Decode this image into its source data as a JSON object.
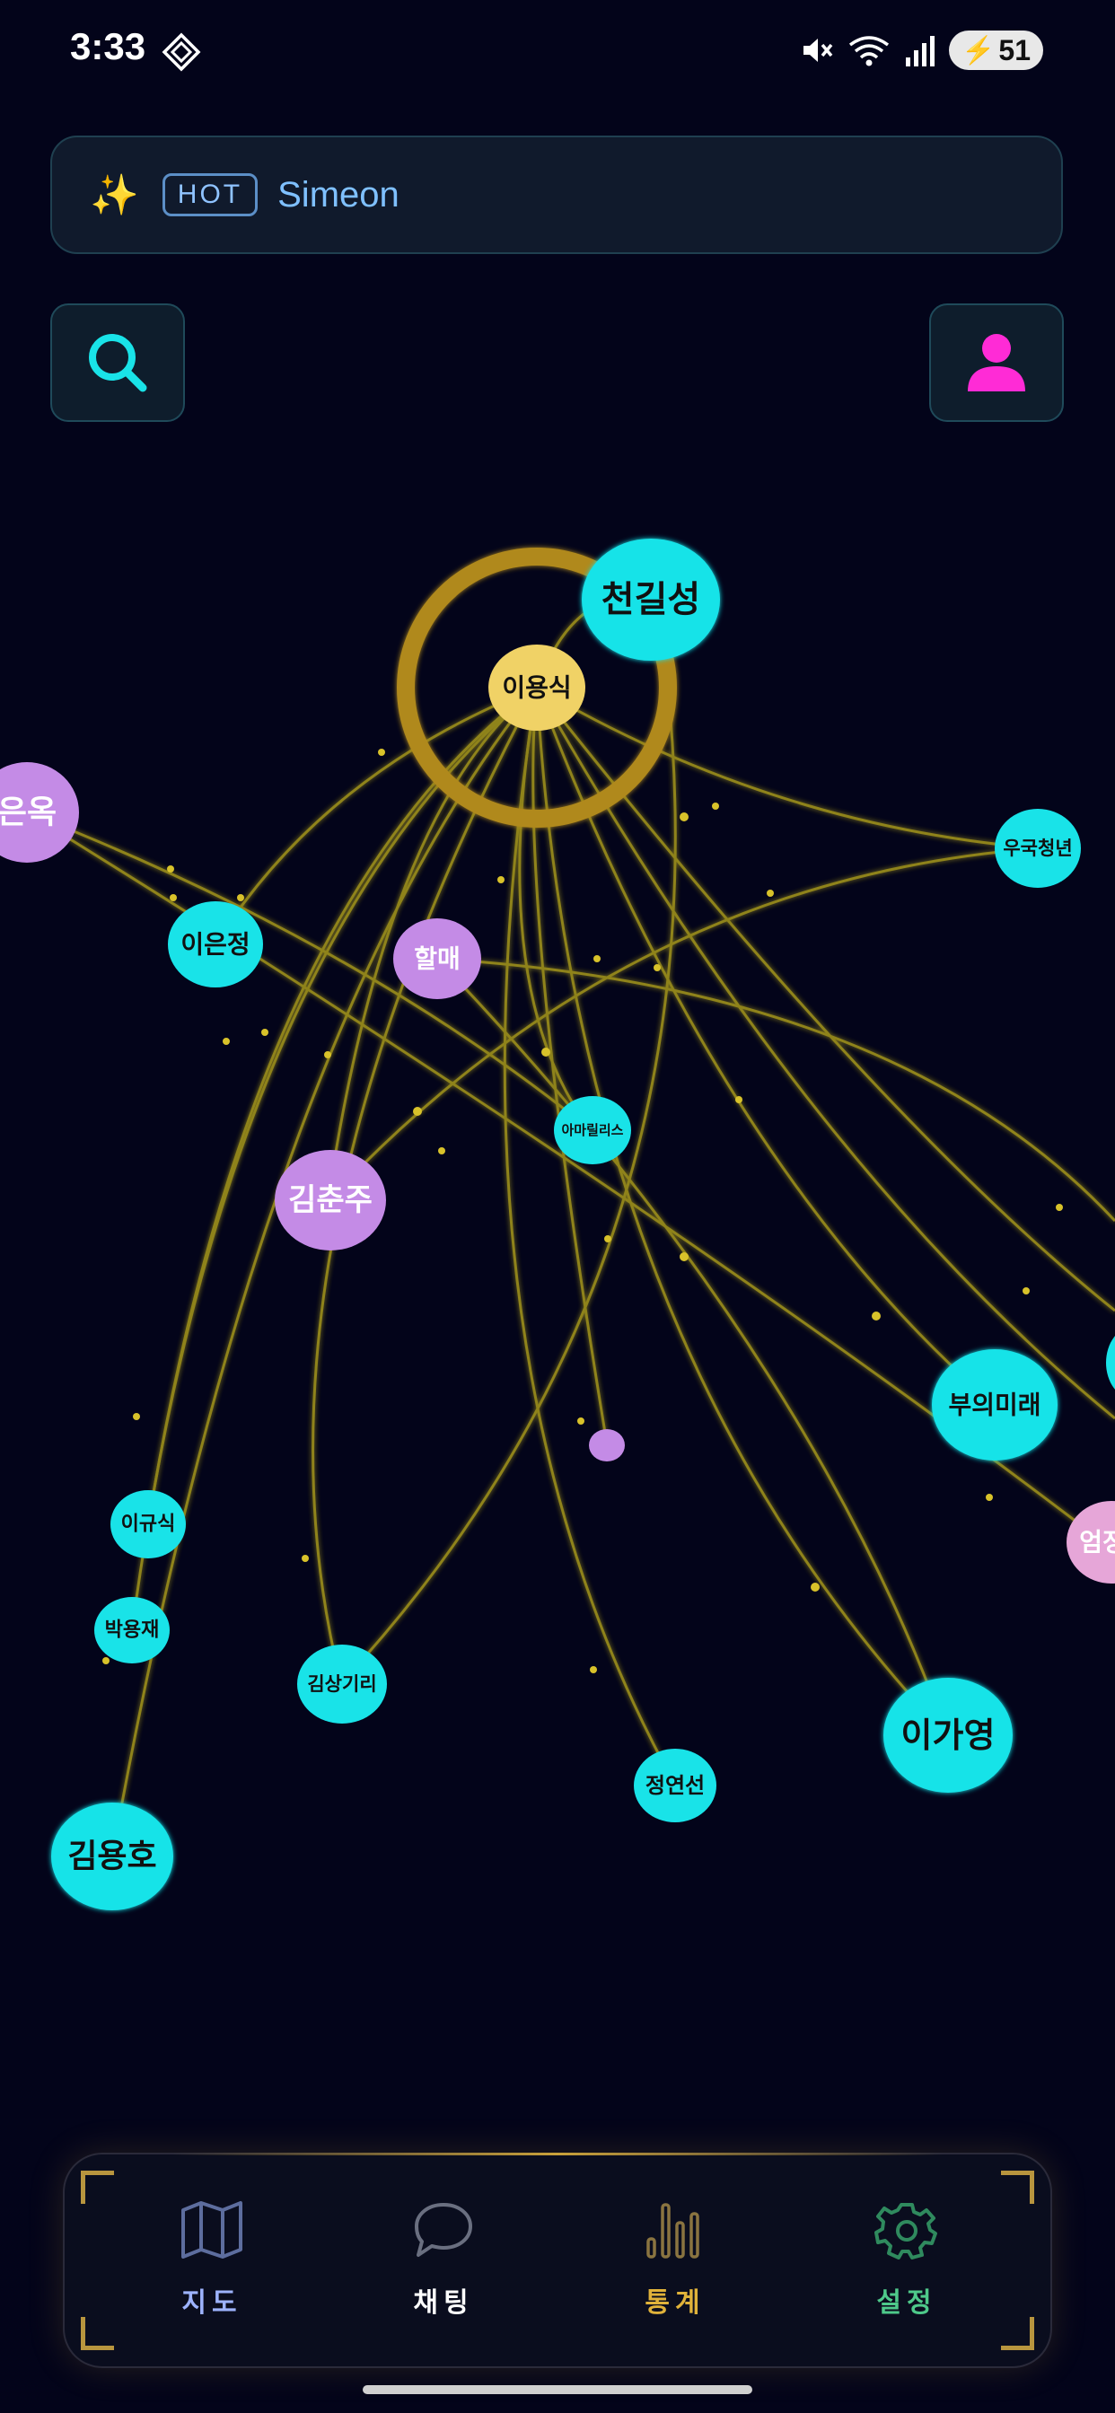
{
  "status_bar": {
    "time": "3:33",
    "battery": "51"
  },
  "hot_banner": {
    "badge": "HOT",
    "name": "Simeon"
  },
  "colors": {
    "accent": "#19e3e8",
    "node_cyan": "#19e3e8",
    "node_purple": "#c48be6",
    "node_gold": "#f0d266",
    "node_pink": "#e6a6d8",
    "link": "#a89a1a",
    "ring": "#b0891d",
    "profile": "#ff2bd6"
  },
  "graph": {
    "center": "이용식",
    "nodes": [
      {
        "id": "이용식",
        "label": "이용식",
        "color": "gold"
      },
      {
        "id": "천길성",
        "label": "천길성",
        "color": "cyan"
      },
      {
        "id": "은옥",
        "label": "은옥",
        "color": "purple"
      },
      {
        "id": "우국청년",
        "label": "우국청년",
        "color": "cyan"
      },
      {
        "id": "이은정",
        "label": "이은정",
        "color": "cyan"
      },
      {
        "id": "할매",
        "label": "할매",
        "color": "purple"
      },
      {
        "id": "아마릴리스",
        "label": "아마릴리스",
        "color": "cyan"
      },
      {
        "id": "김춘주",
        "label": "김춘주",
        "color": "purple"
      },
      {
        "id": "부의미래",
        "label": "부의미래",
        "color": "cyan"
      },
      {
        "id": "small",
        "label": "",
        "color": "purple"
      },
      {
        "id": "이규식",
        "label": "이규식",
        "color": "cyan"
      },
      {
        "id": "박용재",
        "label": "박용재",
        "color": "cyan"
      },
      {
        "id": "김상기리",
        "label": "김상기리",
        "color": "cyan"
      },
      {
        "id": "정연선",
        "label": "정연선",
        "color": "cyan"
      },
      {
        "id": "이가영",
        "label": "이가영",
        "color": "cyan"
      },
      {
        "id": "김용호",
        "label": "김용호",
        "color": "cyan"
      },
      {
        "id": "엄정",
        "label": "엄정",
        "color": "pink"
      },
      {
        "id": "edge",
        "label": "",
        "color": "cyan"
      }
    ]
  },
  "tabs": [
    {
      "label": "지도",
      "icon": "map-icon",
      "color": "#9db3ff"
    },
    {
      "label": "채팅",
      "icon": "chat-icon",
      "color": "#ffffff"
    },
    {
      "label": "통계",
      "icon": "bar-chart-icon",
      "color": "#e0b23a"
    },
    {
      "label": "설정",
      "icon": "gear-icon",
      "color": "#4ec98a"
    }
  ]
}
